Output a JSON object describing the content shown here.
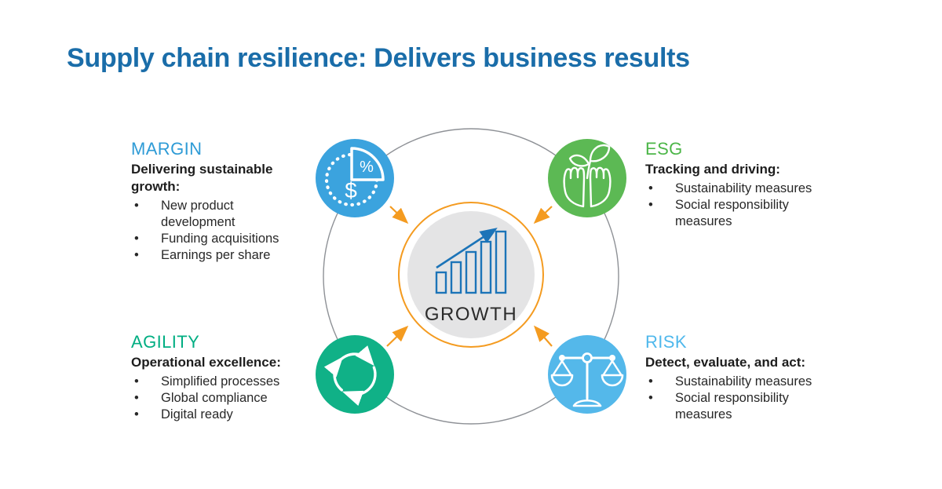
{
  "title": "Supply chain resilience: Delivers business results",
  "center": {
    "label": "GROWTH",
    "icon": "bar-chart-growth-icon"
  },
  "quadrants": [
    {
      "id": "margin",
      "heading": "MARGIN",
      "subheading": "Delivering sustainable growth:",
      "bullets": [
        "New product development",
        "Funding acquisitions",
        "Earnings per share"
      ],
      "icon": "pie-chart-dollar-percent-icon",
      "icon_symbols": {
        "dollar": "$",
        "percent": "%"
      },
      "heading_color": "#2E9BD6",
      "icon_color": "#3BA3DE"
    },
    {
      "id": "esg",
      "heading": "ESG",
      "subheading": "Tracking and driving:",
      "bullets": [
        "Sustainability measures",
        "Social responsibility measures"
      ],
      "icon": "hands-holding-plant-icon",
      "heading_color": "#4CB648",
      "icon_color": "#5CB954"
    },
    {
      "id": "agility",
      "heading": "AGILITY",
      "subheading": "Operational excellence:",
      "bullets": [
        "Simplified processes",
        "Global compliance",
        "Digital ready"
      ],
      "icon": "cycle-arrows-icon",
      "heading_color": "#00AE82",
      "icon_color": "#10B187"
    },
    {
      "id": "risk",
      "heading": "RISK",
      "subheading": "Detect, evaluate, and act:",
      "bullets": [
        "Sustainability measures",
        "Social responsibility measures"
      ],
      "icon": "balance-scale-icon",
      "heading_color": "#4FB8EC",
      "icon_color": "#54B8EA"
    }
  ],
  "colors": {
    "title": "#1A6DA9",
    "outer_ring": "#8E9196",
    "growth_ring": "#F49B20",
    "growth_circle_fill": "#E4E4E5",
    "arrows": "#F49B20",
    "chart_blue": "#1C74B8",
    "growth_text": "#2B2B2B",
    "body_text": "#282828"
  }
}
